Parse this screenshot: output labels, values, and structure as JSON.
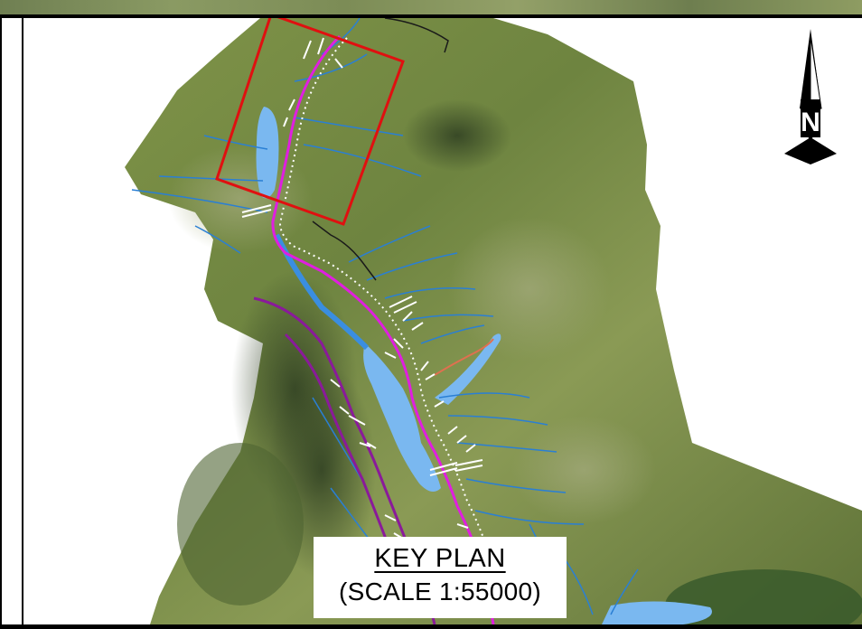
{
  "key_plan": {
    "title": "KEY PLAN",
    "scale": "(SCALE 1:55000)"
  },
  "north_arrow": {
    "letter": "N"
  },
  "legend_colors": {
    "road_alignment": "#e01ee0",
    "secondary_road": "#8a1a9a",
    "watercourse": "#2a7fd4",
    "water_body": "#7ab8f0",
    "detail_frame": "#e01010",
    "boundary": "#1a1a1a",
    "proposed_line": "#e07050",
    "terrain": "#7a8a48"
  },
  "icons": [
    "north-arrow-icon"
  ]
}
